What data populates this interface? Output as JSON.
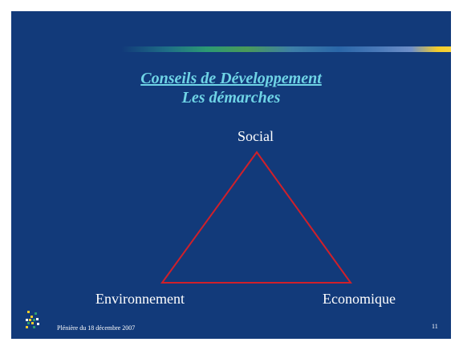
{
  "slide": {
    "title_line1": "Conseils de Développement",
    "title_line2": "Les démarches",
    "triangle": {
      "top": "Social",
      "bottom_left": "Environnement",
      "bottom_right": "Economique"
    },
    "footer": "Plénière du 18 décembre 2007",
    "page_number": "11"
  },
  "colors": {
    "background": "#123a7a",
    "title": "#6fd4e6",
    "triangle_stroke": "#d0202a",
    "text": "#ffffff"
  }
}
